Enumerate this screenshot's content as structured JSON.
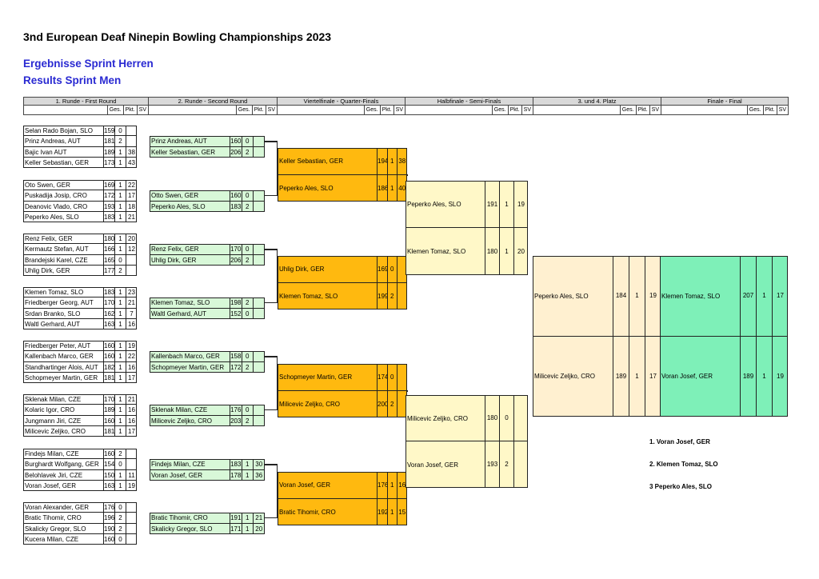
{
  "title": "3nd European Deaf Ninepin Bowling Championships 2023",
  "subtitle_de": "Ergebnisse Sprint Herren",
  "subtitle_en": "Results Sprint Men",
  "headers": [
    "1. Runde - First Round",
    "2. Runde - Second Round",
    "Viertelfinale - Quarter-Finals",
    "Halbfinale - Semi-Finals",
    "3. und 4. Platz",
    "Finale - Final"
  ],
  "cols": {
    "ges": "Ges.",
    "pkt": "Pkt.",
    "sv": "SV"
  },
  "round1": [
    [
      [
        "Selan Rado Bojan, SLO",
        "159",
        "0",
        ""
      ],
      [
        "Prinz Andreas, AUT",
        "181",
        "2",
        ""
      ],
      [
        "Bajic Ivan AUT",
        "189",
        "1",
        "38"
      ],
      [
        "Keller Sebastian, GER",
        "173",
        "1",
        "43"
      ]
    ],
    [
      [
        "Oto Swen, GER",
        "169",
        "1",
        "22"
      ],
      [
        "Puskadija Josip, CRO",
        "172",
        "1",
        "17"
      ],
      [
        "Deanovic Vlado, CRO",
        "193",
        "1",
        "18"
      ],
      [
        "Peperko Ales, SLO",
        "183",
        "1",
        "21"
      ]
    ],
    [
      [
        "Renz Felix, GER",
        "180",
        "1",
        "20"
      ],
      [
        "Kermautz Stefan, AUT",
        "166",
        "1",
        "12"
      ],
      [
        "Brandejski Karel, CZE",
        "165",
        "0",
        ""
      ],
      [
        "Uhlig Dirk, GER",
        "177",
        "2",
        ""
      ]
    ],
    [
      [
        "Klemen Tomaz, SLO",
        "183",
        "1",
        "23"
      ],
      [
        "Friedberger Georg, AUT",
        "170",
        "1",
        "21"
      ],
      [
        "Srdan Branko, SLO",
        "162",
        "1",
        "7"
      ],
      [
        "Waltl Gerhard, AUT",
        "163",
        "1",
        "16"
      ]
    ],
    [
      [
        "Friedberger Peter, AUT",
        "160",
        "1",
        "19"
      ],
      [
        "Kallenbach Marco, GER",
        "160",
        "1",
        "22"
      ],
      [
        "Standhartinger Alois, AUT",
        "182",
        "1",
        "16"
      ],
      [
        "Schopmeyer Martin, GER",
        "181",
        "1",
        "17"
      ]
    ],
    [
      [
        "Sklenak Milan, CZE",
        "170",
        "1",
        "21"
      ],
      [
        "Kolaric Igor, CRO",
        "189",
        "1",
        "16"
      ],
      [
        "Jungmann Jiri, CZE",
        "160",
        "1",
        "16"
      ],
      [
        "Milicevic Zeljko, CRO",
        "181",
        "1",
        "17"
      ]
    ],
    [
      [
        "Findejs Milan, CZE",
        "160",
        "2",
        ""
      ],
      [
        "Burghardt Wolfgang, GER",
        "154",
        "0",
        ""
      ],
      [
        "Belohlavek Jiri, CZE",
        "150",
        "1",
        "11"
      ],
      [
        "Voran Josef, GER",
        "163",
        "1",
        "19"
      ]
    ],
    [
      [
        "Voran Alexander, GER",
        "176",
        "0",
        ""
      ],
      [
        "Bratic Tihomir, CRO",
        "196",
        "2",
        ""
      ],
      [
        "Skalicky Gregor, SLO",
        "190",
        "2",
        ""
      ],
      [
        "Kucera Milan, CZE",
        "160",
        "0",
        ""
      ]
    ]
  ],
  "round2": [
    [
      [
        "Prinz Andreas, AUT",
        "160",
        "0",
        ""
      ],
      [
        "Keller Sebastian, GER",
        "206",
        "2",
        ""
      ]
    ],
    [
      [
        "Otto Swen, GER",
        "160",
        "0",
        ""
      ],
      [
        "Peperko Ales, SLO",
        "183",
        "2",
        ""
      ]
    ],
    [
      [
        "Renz Felix, GER",
        "170",
        "0",
        ""
      ],
      [
        "Uhlig Dirk, GER",
        "206",
        "2",
        ""
      ]
    ],
    [
      [
        "Klemen Tomaz, SLO",
        "198",
        "2",
        ""
      ],
      [
        "Waltl Gerhard, AUT",
        "152",
        "0",
        ""
      ]
    ],
    [
      [
        "Kallenbach Marco, GER",
        "158",
        "0",
        ""
      ],
      [
        "Schopmeyer Martin, GER",
        "172",
        "2",
        ""
      ]
    ],
    [
      [
        "Sklenak Milan, CZE",
        "176",
        "0",
        ""
      ],
      [
        "Milicevic Zeljko, CRO",
        "203",
        "2",
        ""
      ]
    ],
    [
      [
        "Findejs Milan, CZE",
        "183",
        "1",
        "30"
      ],
      [
        "Voran Josef, GER",
        "178",
        "1",
        "36"
      ]
    ],
    [
      [
        "Bratic Tihomir, CRO",
        "191",
        "1",
        "21"
      ],
      [
        "Skalicky Gregor, SLO",
        "171",
        "1",
        "20"
      ]
    ]
  ],
  "quarter": [
    [
      [
        "Keller Sebastian, GER",
        "194",
        "1",
        "38"
      ],
      [
        "Peperko Ales, SLO",
        "186",
        "1",
        "40"
      ]
    ],
    [
      [
        "Uhlig Dirk, GER",
        "169",
        "0",
        ""
      ],
      [
        "Klemen Tomaz, SLO",
        "199",
        "2",
        ""
      ]
    ],
    [
      [
        "Schopmeyer Martin, GER",
        "174",
        "0",
        ""
      ],
      [
        "Milicevic Zeljko, CRO",
        "200",
        "2",
        ""
      ]
    ],
    [
      [
        "Voran Josef, GER",
        "176",
        "1",
        "16"
      ],
      [
        "Bratic Tihomir, CRO",
        "192",
        "1",
        "15"
      ]
    ]
  ],
  "semi": [
    [
      [
        "Peperko Ales, SLO",
        "191",
        "1",
        "19"
      ],
      [
        "Klemen Tomaz, SLO",
        "180",
        "1",
        "20"
      ]
    ],
    [
      [
        "Milicevic Zeljko, CRO",
        "180",
        "0",
        ""
      ],
      [
        "Voran Josef, GER",
        "193",
        "2",
        ""
      ]
    ]
  ],
  "third": [
    [
      "Peperko Ales, SLO",
      "184",
      "1",
      "19"
    ],
    [
      "Milicevic Zeljko, CRO",
      "189",
      "1",
      "17"
    ]
  ],
  "final": [
    [
      "Klemen Tomaz, SLO",
      "207",
      "1",
      "17"
    ],
    [
      "Voran Josef, GER",
      "189",
      "1",
      "19"
    ]
  ],
  "ranking": [
    "1.  Voran Josef, GER",
    "2.  Klemen Tomaz, SLO",
    "3   Peperko Ales, SLO"
  ]
}
